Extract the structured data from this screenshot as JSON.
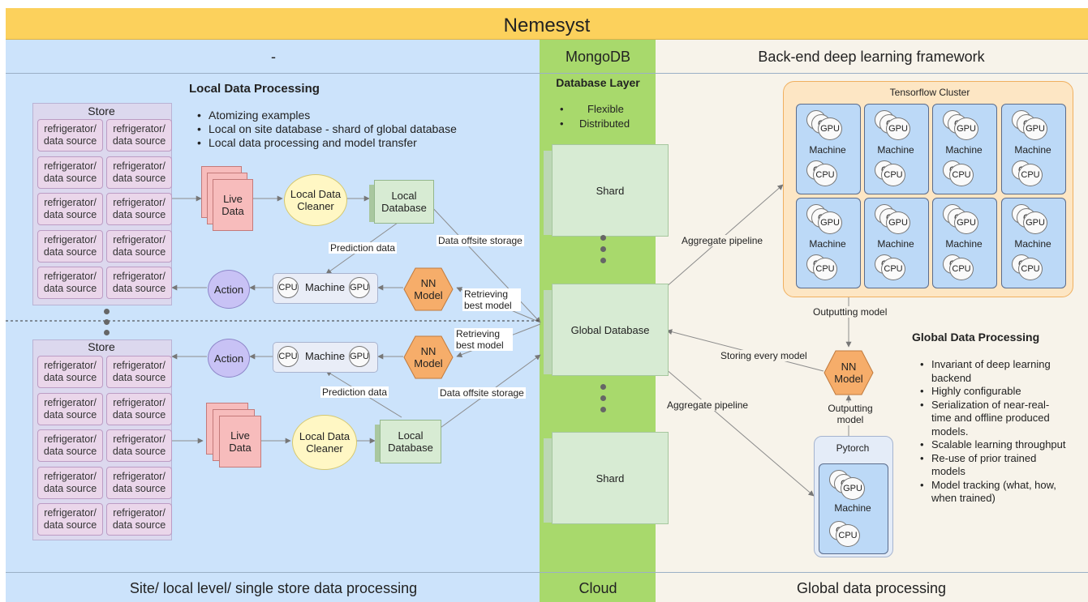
{
  "title": "Nemesyst",
  "headers": {
    "left": "-",
    "middle": "MongoDB",
    "right": "Back-end deep learning framework"
  },
  "footers": {
    "left": "Site/ local level/ single store data processing",
    "middle": "Cloud",
    "right": "Global data processing"
  },
  "local": {
    "title": "Local Data Processing",
    "bullets": [
      "Atomizing examples",
      "Local on site database - shard of global database",
      "Local data processing and model transfer"
    ],
    "store_label": "Store",
    "cell_line1": "refrigerator/",
    "cell_line2": "data source",
    "live_data": "Live Data",
    "cleaner": "Local Data Cleaner",
    "local_db": "Local Database",
    "prediction": "Prediction data",
    "offsite": "Data offsite storage",
    "action": "Action",
    "cpu": "CPU",
    "gpu": "GPU",
    "machine": "Machine",
    "nn_model": "NN Model",
    "retrieving": "Retrieving best model"
  },
  "mongo": {
    "layer_title": "Database Layer",
    "bullets": [
      "Flexible",
      "Distributed"
    ],
    "shard": "Shard",
    "global_db": "Global Database"
  },
  "backend": {
    "tf_cluster": "Tensorflow Cluster",
    "machine": "Machine",
    "gpu": "GPU",
    "cpu": "CPU",
    "aggregate": "Aggregate pipeline",
    "outputting_model": "Outputting model",
    "storing": "Storing every model",
    "nn_model": "NN Model",
    "outputting_model2": "Outputting model",
    "pytorch": "Pytorch",
    "global_title": "Global Data Processing",
    "global_bullets": [
      "Invariant of deep learning backend",
      "Highly configurable",
      "Serialization of near-real-time and offline produced models.",
      "Scalable learning throughput",
      "Re-use of prior trained models",
      "Model tracking (what, how, when trained)"
    ]
  },
  "colors": {
    "title_bar": "#fcd15c",
    "left_panel": "#cce3fb",
    "middle_panel": "#a8d96c",
    "right_panel": "#f7f3ea",
    "shard": "#d7ebd3",
    "tf_cluster": "#fde6c4",
    "nn_model": "#f6ad6a",
    "action": "#c8c2f5",
    "cleaner": "#fff7c4",
    "live_data": "#f7bcbc"
  }
}
